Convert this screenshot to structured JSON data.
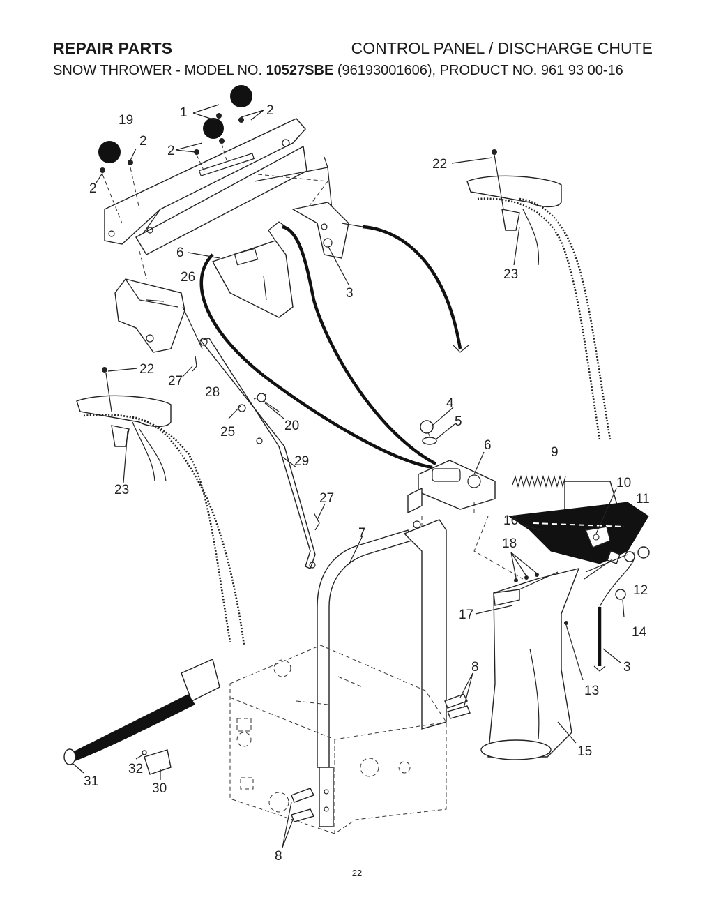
{
  "header": {
    "title_left": "REPAIR PARTS",
    "title_right": "CONTROL PANEL / DISCHARGE CHUTE",
    "subtitle_prefix": "SNOW THROWER - MODEL NO. ",
    "subtitle_model": "10527SBE",
    "subtitle_suffix": " (96193001606), PRODUCT NO. 961 93 00-16"
  },
  "labels": {
    "l1": "1",
    "l2a": "2",
    "l2b": "2",
    "l2c": "2",
    "l2d": "2",
    "l19": "19",
    "l6a": "6",
    "l26": "26",
    "l3a": "3",
    "l22a": "22",
    "l23a": "23",
    "l27a": "27",
    "l28": "28",
    "l22b": "22",
    "l25": "25",
    "l20": "20",
    "l4": "4",
    "l5": "5",
    "l6b": "6",
    "l9": "9",
    "l29": "29",
    "l23b": "23",
    "l27b": "27",
    "l10": "10",
    "l11": "11",
    "l7": "7",
    "l16": "16",
    "l18": "18",
    "l12": "12",
    "l17": "17",
    "l14": "14",
    "l8a": "8",
    "l3b": "3",
    "l13": "13",
    "l15": "15",
    "l31": "31",
    "l32": "32",
    "l30": "30",
    "l8b": "8"
  },
  "page_number": "22"
}
